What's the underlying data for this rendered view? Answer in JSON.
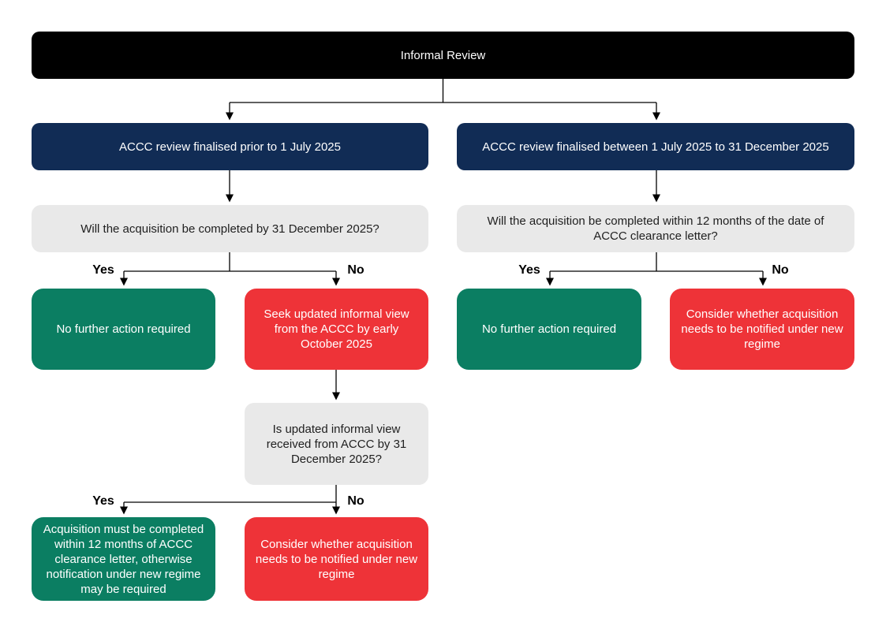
{
  "diagram_title": "Informal Review",
  "colors": {
    "root_box": "#000000",
    "header_box": "#112C55",
    "question_box": "#E9E9E9",
    "positive_outcome_box": "#0B7E62",
    "negative_outcome_box": "#EE3338",
    "box_text_light": "#FFFFFF",
    "box_text_dark": "#1F1F1F",
    "connector": "#000000",
    "background": "#FFFFFF"
  },
  "labels": {
    "yes": "Yes",
    "no": "No"
  },
  "nodes": {
    "root": "Informal Review",
    "left": {
      "header": "ACCC review finalised prior to 1 July 2025",
      "question": "Will the acquisition be completed by 31 December 2025?",
      "yes_outcome": "No further action required",
      "no_outcome": "Seek updated informal view from the ACCC by early October 2025",
      "followup_question": "Is updated informal view received from ACCC by 31 December 2025?",
      "followup_yes_outcome": "Acquisition must be completed within 12 months of ACCC clearance letter, otherwise notification under new regime may be required",
      "followup_no_outcome": "Consider whether acquisition needs to be notified under new regime"
    },
    "right": {
      "header": "ACCC review finalised between 1 July 2025 to 31 December 2025",
      "question": "Will the acquisition be completed within 12 months of the date of ACCC clearance letter?",
      "yes_outcome": "No further action required",
      "no_outcome": "Consider whether acquisition needs to be notified under new regime"
    }
  }
}
